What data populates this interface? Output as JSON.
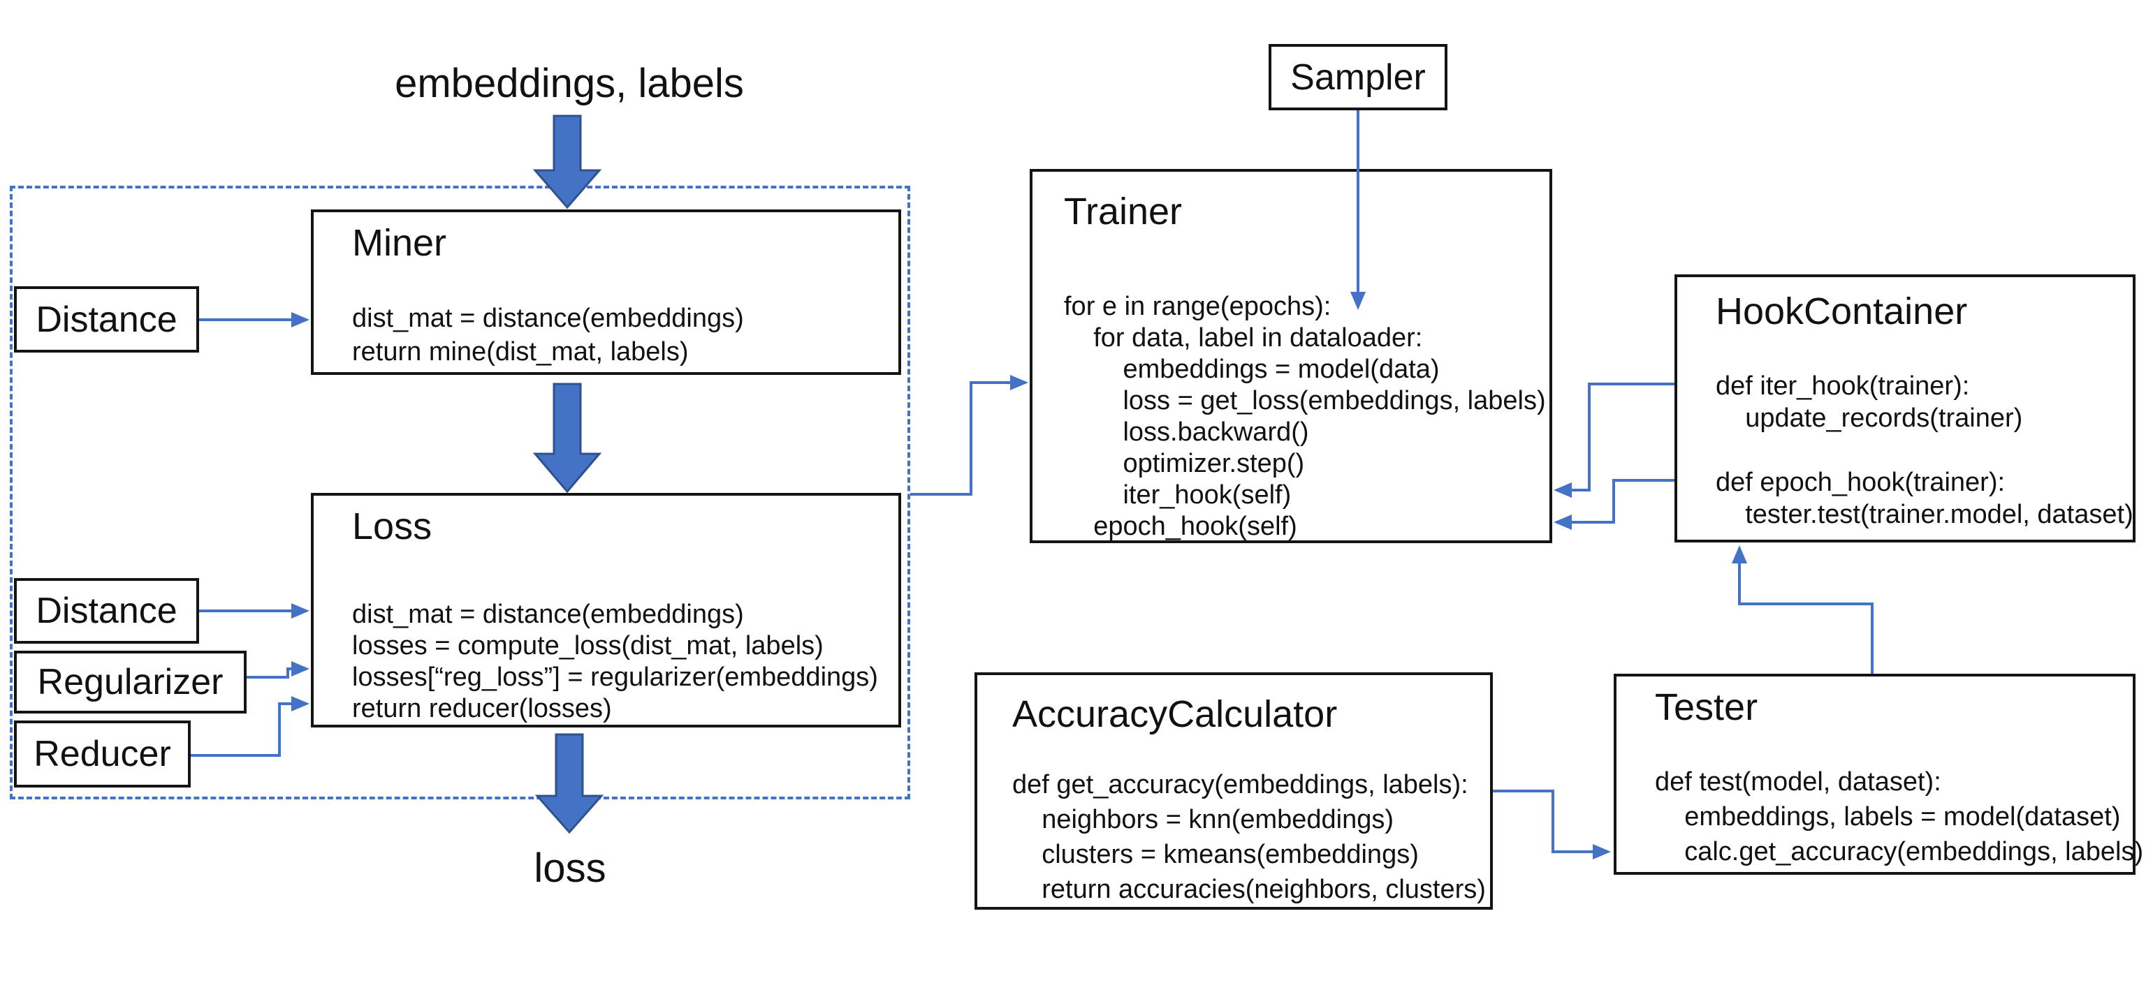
{
  "colors": {
    "accent_blue": "#4472C4",
    "block_arrow_outline": "#2F528F",
    "box_border": "#141414",
    "background": "#FFFFFF"
  },
  "flow_labels": {
    "input": "embeddings, labels",
    "output": "loss"
  },
  "boxes": {
    "miner": {
      "title": "Miner",
      "code": [
        "dist_mat = distance(embeddings)",
        "return mine(dist_mat, labels)"
      ]
    },
    "loss": {
      "title": "Loss",
      "code": [
        "dist_mat = distance(embeddings)",
        "losses = compute_loss(dist_mat, labels)",
        "losses[“reg_loss”] = regularizer(embeddings)",
        "return reducer(losses)"
      ]
    },
    "trainer": {
      "title": "Trainer",
      "code": [
        "for e in range(epochs):",
        "    for data, label in dataloader:",
        "        embeddings = model(data)",
        "        loss = get_loss(embeddings, labels)",
        "        loss.backward()",
        "        optimizer.step()",
        "        iter_hook(self)",
        "    epoch_hook(self)"
      ]
    },
    "hook_container": {
      "title": "HookContainer",
      "code": [
        "def iter_hook(trainer):",
        "    update_records(trainer)",
        "",
        "def epoch_hook(trainer):",
        "    tester.test(trainer.model, dataset)"
      ]
    },
    "accuracy_calculator": {
      "title": "AccuracyCalculator",
      "code": [
        "def get_accuracy(embeddings, labels):",
        "    neighbors = knn(embeddings)",
        "    clusters = kmeans(embeddings)",
        "    return accuracies(neighbors, clusters)"
      ]
    },
    "tester": {
      "title": "Tester",
      "code": [
        "def test(model, dataset):",
        "    embeddings, labels = model(dataset)",
        "    calc.get_accuracy(embeddings, labels)"
      ]
    },
    "sampler": {
      "label": "Sampler"
    },
    "distance_to_miner": {
      "label": "Distance"
    },
    "distance_to_loss": {
      "label": "Distance"
    },
    "regularizer": {
      "label": "Regularizer"
    },
    "reducer": {
      "label": "Reducer"
    }
  },
  "connections": [
    {
      "from": "embeddings, labels",
      "to": "Miner",
      "style": "block-arrow"
    },
    {
      "from": "Miner",
      "to": "Loss",
      "style": "block-arrow"
    },
    {
      "from": "Loss",
      "to": "loss",
      "style": "block-arrow"
    },
    {
      "from": "Distance",
      "to": "Miner",
      "style": "line-arrow"
    },
    {
      "from": "Distance",
      "to": "Loss",
      "style": "line-arrow"
    },
    {
      "from": "Regularizer",
      "to": "Loss",
      "style": "line-arrow"
    },
    {
      "from": "Reducer",
      "to": "Loss",
      "style": "line-arrow"
    },
    {
      "from": "Loss module",
      "to": "Trainer",
      "style": "line-arrow"
    },
    {
      "from": "Sampler",
      "to": "Trainer",
      "style": "line-arrow"
    },
    {
      "from": "HookContainer",
      "to": "Trainer iter_hook",
      "style": "line-arrow"
    },
    {
      "from": "HookContainer",
      "to": "Trainer epoch_hook",
      "style": "line-arrow"
    },
    {
      "from": "AccuracyCalculator",
      "to": "Tester",
      "style": "line-arrow"
    },
    {
      "from": "Tester",
      "to": "HookContainer",
      "style": "line-arrow"
    }
  ]
}
